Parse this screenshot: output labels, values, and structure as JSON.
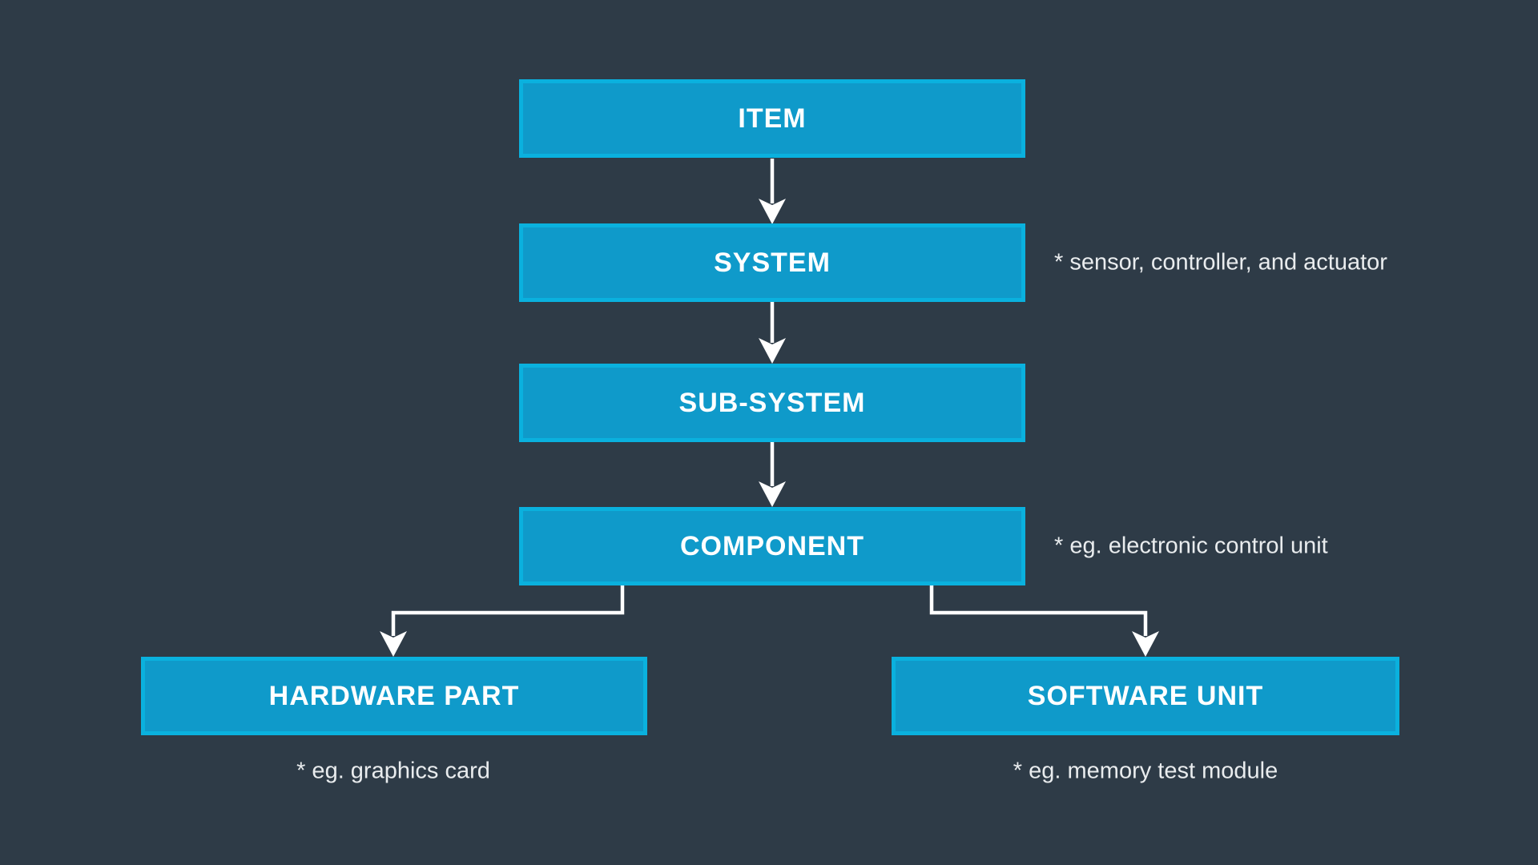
{
  "diagram": {
    "nodes": {
      "item": {
        "label": "ITEM"
      },
      "system": {
        "label": "SYSTEM",
        "note": "* sensor, controller, and actuator"
      },
      "subsystem": {
        "label": "SUB-SYSTEM"
      },
      "component": {
        "label": "COMPONENT",
        "note": "* eg. electronic control unit"
      },
      "hardware": {
        "label": "HARDWARE PART",
        "note": "* eg. graphics card"
      },
      "software": {
        "label": "SOFTWARE UNIT",
        "note": "* eg. memory test module"
      }
    },
    "colors": {
      "background": "#2e3b47",
      "box_fill": "#0f9aca",
      "box_border": "#0ab1de",
      "box_text": "#ffffff",
      "note_text": "#e9ecee",
      "arrow": "#ffffff"
    }
  }
}
